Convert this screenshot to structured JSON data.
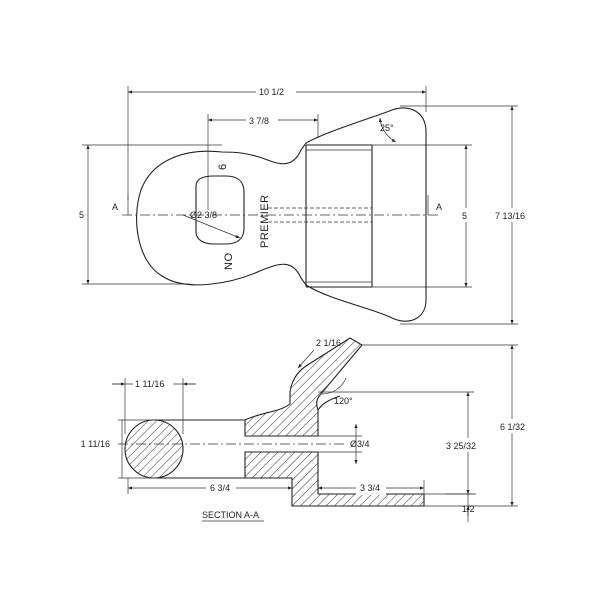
{
  "drawing": {
    "top_view": {
      "overall_length": "10 1/2",
      "ring_length": "3 7/8",
      "taper_angle": "25°",
      "height_left": "5",
      "height_right": "5",
      "overall_height": "7 13/16",
      "hole_diameter": "Ø2 3/8",
      "section_mark_left": "A",
      "section_mark_right": "A",
      "engraving_number": "6",
      "engraving_brand": "PREMIER",
      "engraving_no": "NO"
    },
    "section_view": {
      "flange_thickness": "2 1/16",
      "ring_section": "1 11/16",
      "ring_section_height": "1 11/16",
      "flange_angle": "120°",
      "bolt_hole": "Ø3/4",
      "length_to_plate": "6 3/4",
      "plate_length": "3 3/4",
      "height_to_hole": "3 25/32",
      "overall_height": "6 1/32",
      "plate_thickness": "1/2",
      "caption": "SECTION A-A"
    }
  }
}
